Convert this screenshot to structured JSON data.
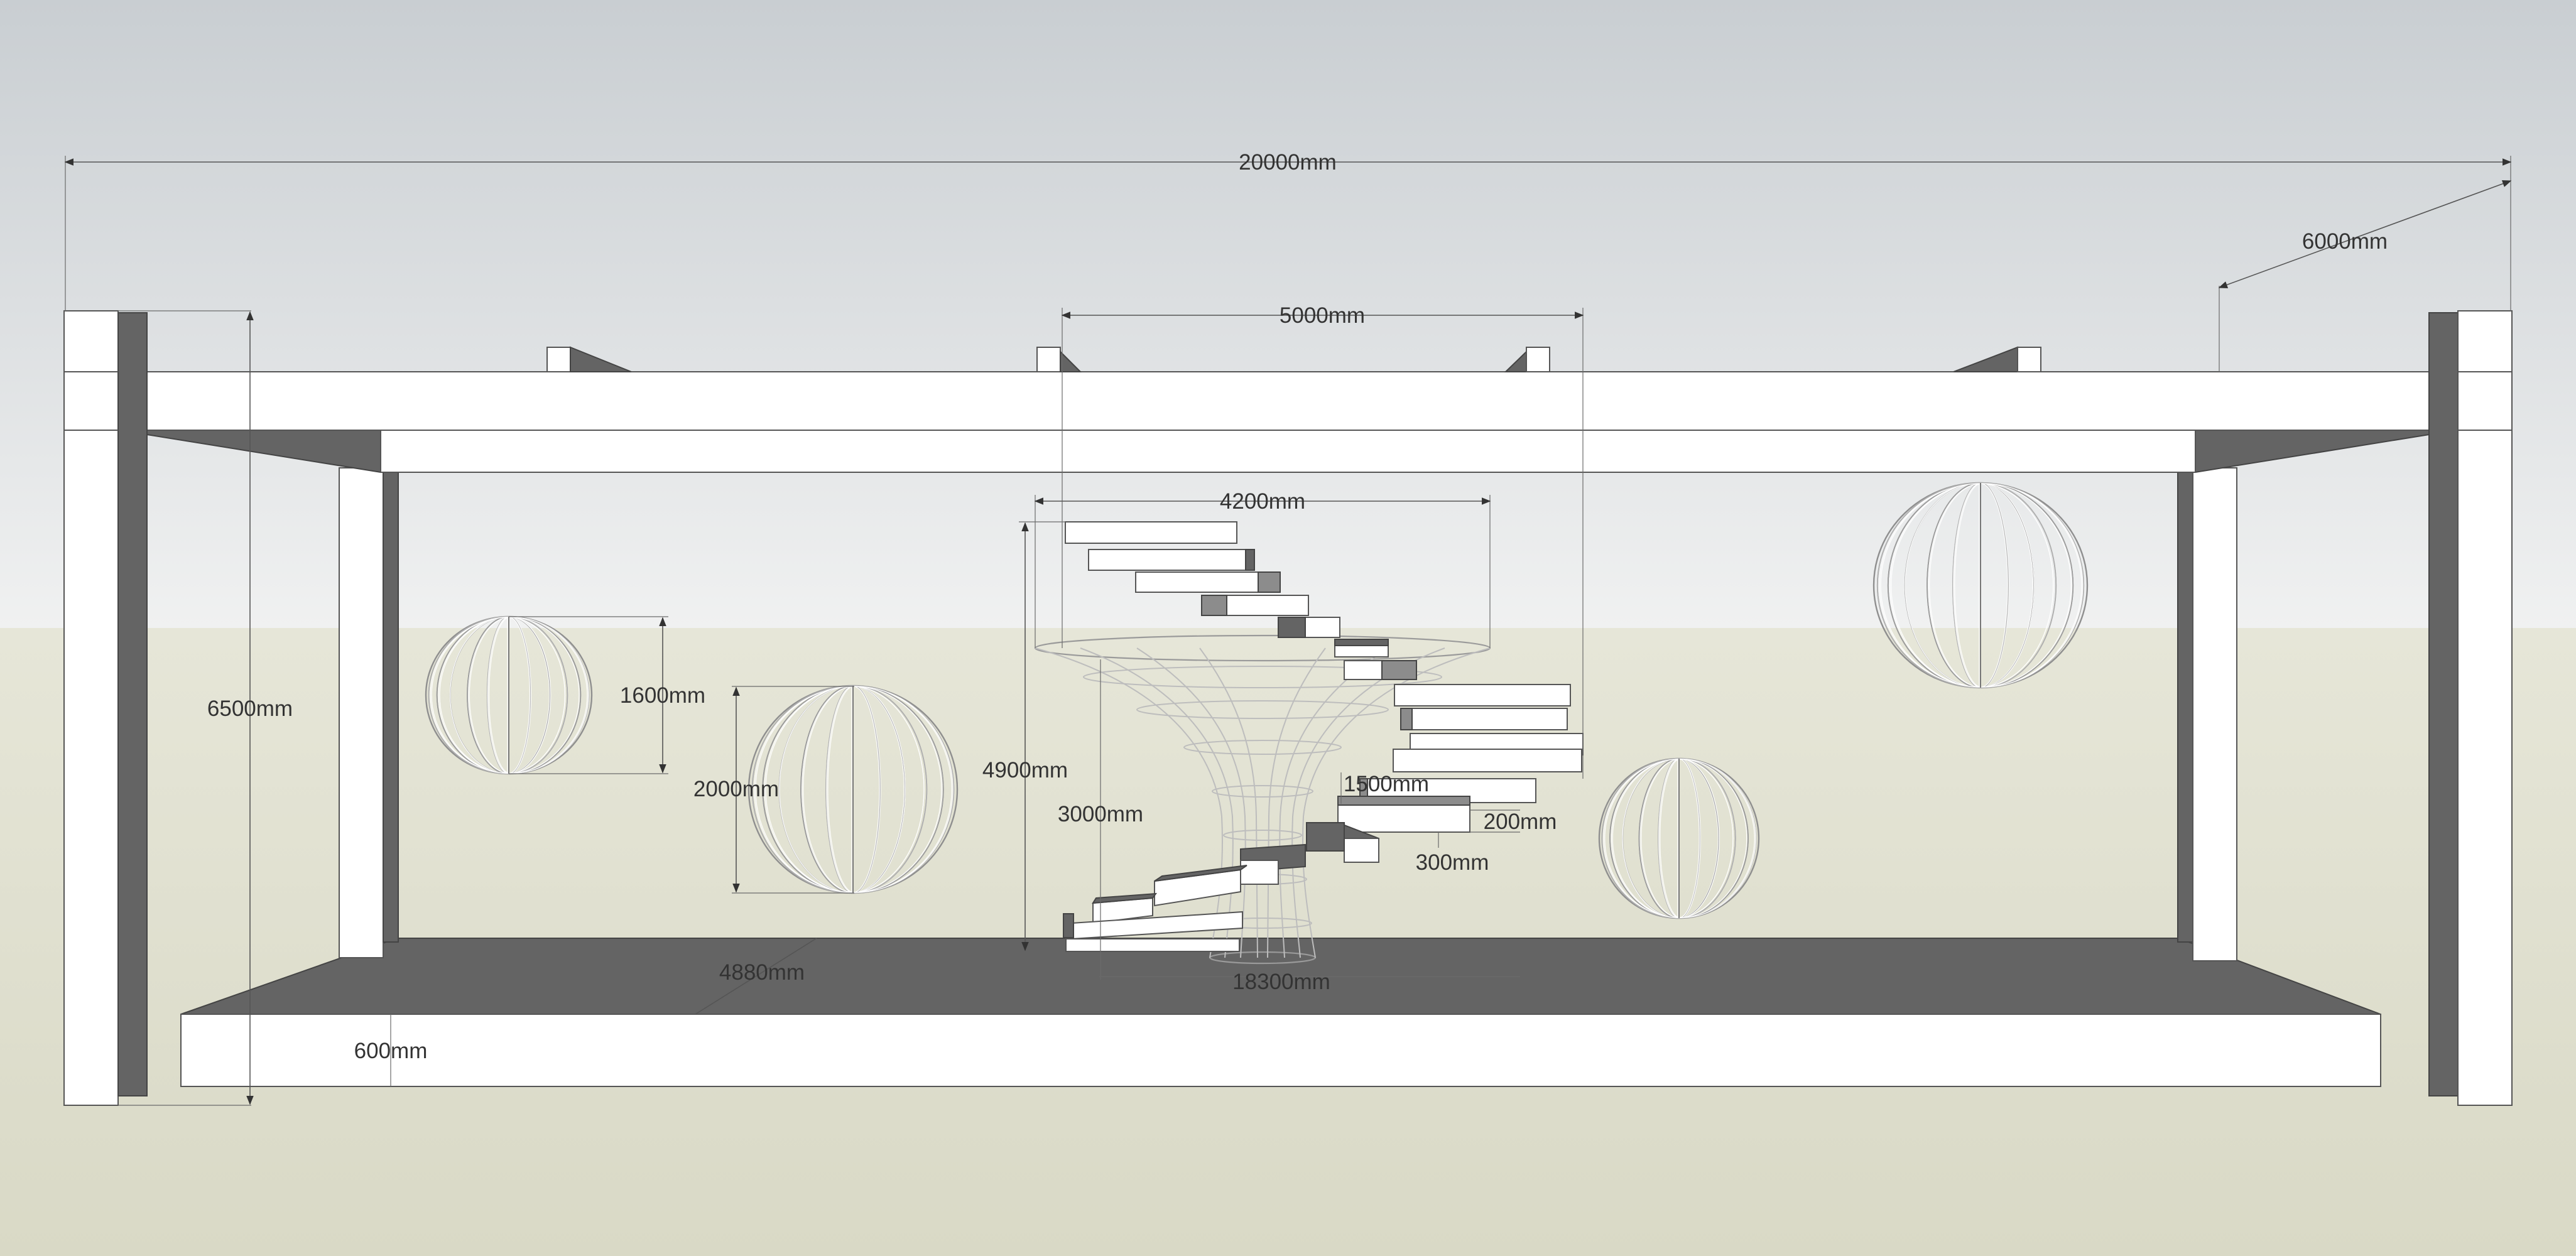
{
  "drawing": {
    "colors": {
      "sky_top": "#c9ced2",
      "sky_bottom": "#f0f1f1",
      "ground_top": "#e6e6d8",
      "ground_bottom": "#d9d9c6",
      "structure_white": "#ffffff",
      "structure_shadow": "#646464"
    },
    "dimensions": {
      "overall_width": "20000mm",
      "depth": "6000mm",
      "beam_spacing": "5000mm",
      "total_height": "6500mm",
      "sphere_small": "1600mm",
      "sphere_large": "2000mm",
      "stair_span": "4200mm",
      "stair_height": "4900mm",
      "core_height": "3000mm",
      "tread_length": "1500mm",
      "tread_thickness": "200mm",
      "tread_depth": "300mm",
      "deck_depth": "4880mm",
      "deck_length": "18300mm",
      "deck_thickness": "600mm"
    }
  }
}
